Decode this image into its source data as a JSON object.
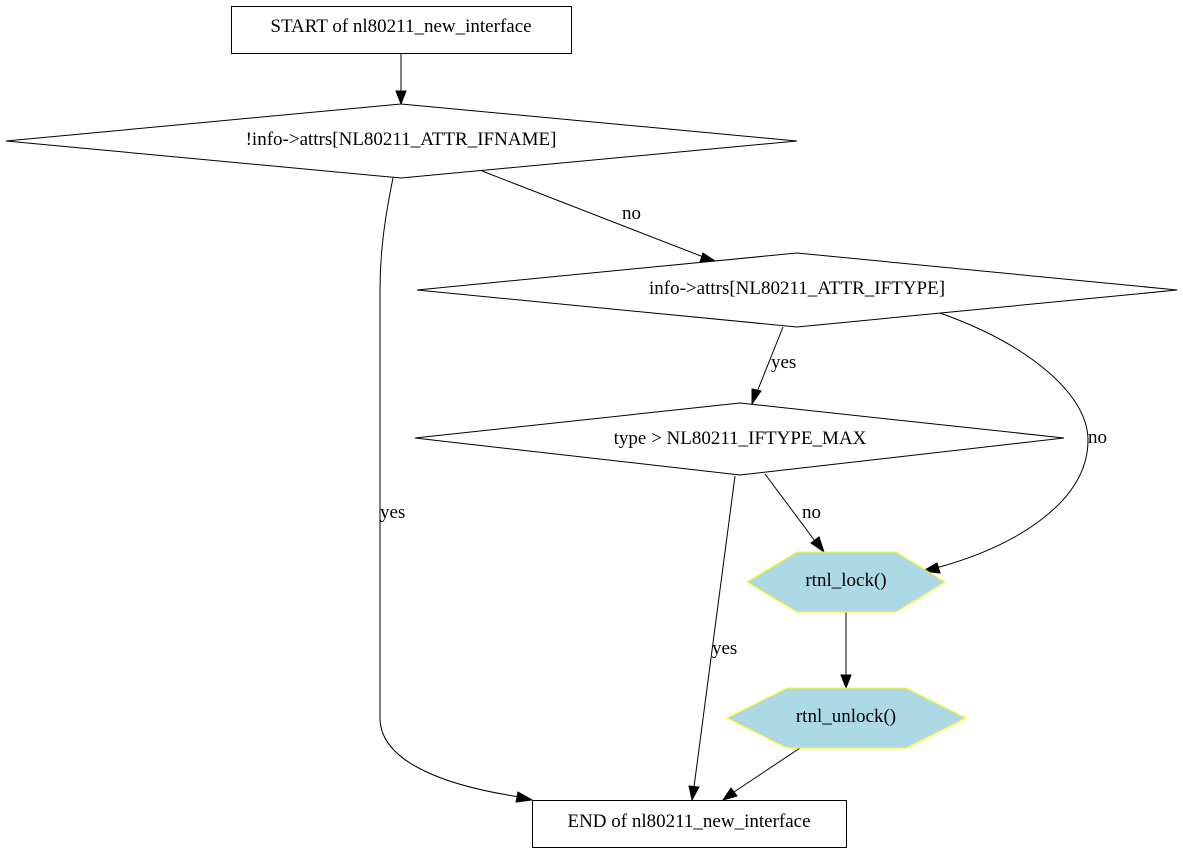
{
  "diagram": {
    "type": "flowchart",
    "nodes": {
      "start": {
        "label": "START of nl80211_new_interface",
        "shape": "box"
      },
      "cond1": {
        "label": "!info->attrs[NL80211_ATTR_IFNAME]",
        "shape": "diamond"
      },
      "cond2": {
        "label": "info->attrs[NL80211_ATTR_IFTYPE]",
        "shape": "diamond"
      },
      "cond3": {
        "label": "type > NL80211_IFTYPE_MAX",
        "shape": "diamond"
      },
      "lock": {
        "label": "rtnl_lock()",
        "shape": "hexagon"
      },
      "unlock": {
        "label": "rtnl_unlock()",
        "shape": "hexagon"
      },
      "end": {
        "label": "END of nl80211_new_interface",
        "shape": "box"
      }
    },
    "edges": {
      "start_cond1": {
        "from": "start",
        "to": "cond1",
        "label": ""
      },
      "cond1_end_yes": {
        "from": "cond1",
        "to": "end",
        "label": "yes"
      },
      "cond1_cond2_no": {
        "from": "cond1",
        "to": "cond2",
        "label": "no"
      },
      "cond2_cond3_yes": {
        "from": "cond2",
        "to": "cond3",
        "label": "yes"
      },
      "cond2_lock_no": {
        "from": "cond2",
        "to": "lock",
        "label": "no"
      },
      "cond3_end_yes": {
        "from": "cond3",
        "to": "end",
        "label": "yes"
      },
      "cond3_lock_no": {
        "from": "cond3",
        "to": "lock",
        "label": "no"
      },
      "lock_unlock": {
        "from": "lock",
        "to": "unlock",
        "label": ""
      },
      "unlock_end": {
        "from": "unlock",
        "to": "end",
        "label": ""
      }
    },
    "colors": {
      "function_fill": "#add8e6",
      "function_stroke": "#ffff00",
      "stroke": "#000000",
      "background": "#ffffff"
    }
  }
}
